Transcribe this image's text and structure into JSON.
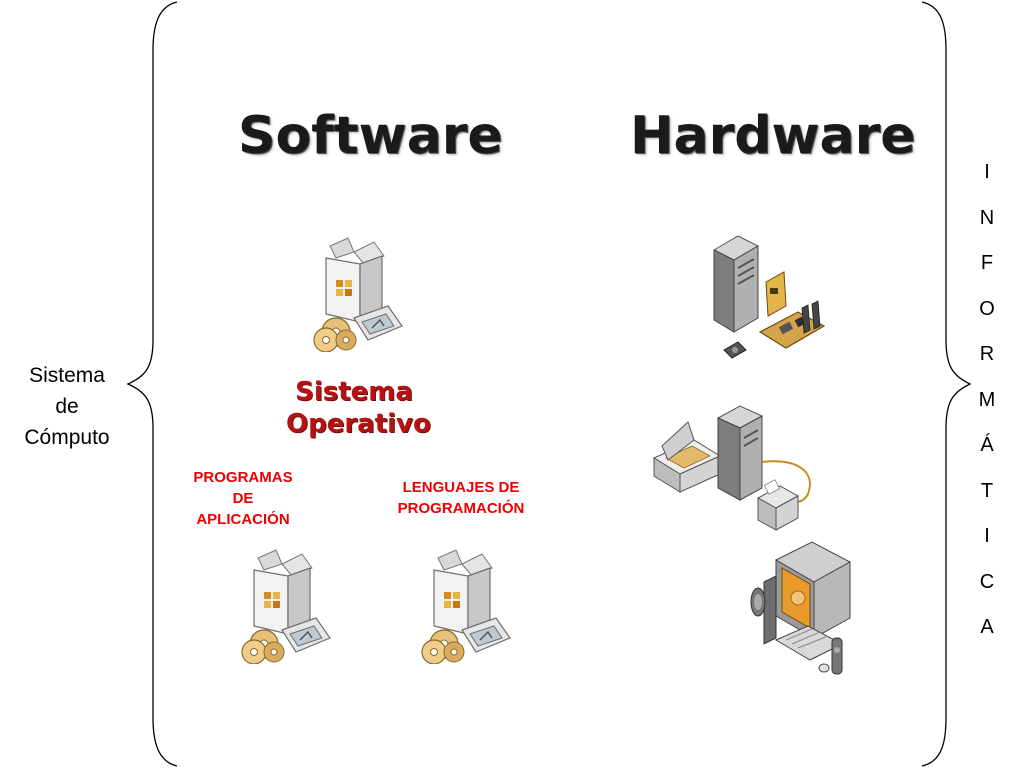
{
  "left_label": [
    "Sistema",
    "de",
    "Cómputo"
  ],
  "software_heading": "Software",
  "hardware_heading": "Hardware",
  "os_label": [
    "Sistema",
    "Operativo"
  ],
  "apps_label": [
    "PROGRAMAS",
    "DE",
    "APLICACIÓN"
  ],
  "languages_label": [
    "LENGUAJES DE",
    "PROGRAMACIÓN"
  ],
  "vertical_word": [
    "I",
    "N",
    "F",
    "O",
    "R",
    "M",
    "Á",
    "T",
    "I",
    "C",
    "A"
  ],
  "icons": {
    "software": [
      "software-box-icon",
      "software-box-icon",
      "software-box-icon"
    ],
    "hardware": [
      "pc-tower-motherboard-icon",
      "scanner-tower-printer-icon",
      "desktop-computer-icon"
    ]
  },
  "colors": {
    "accent_red": "#ee0000",
    "dark_red": "#b31313",
    "heading": "#1a1a1a"
  }
}
